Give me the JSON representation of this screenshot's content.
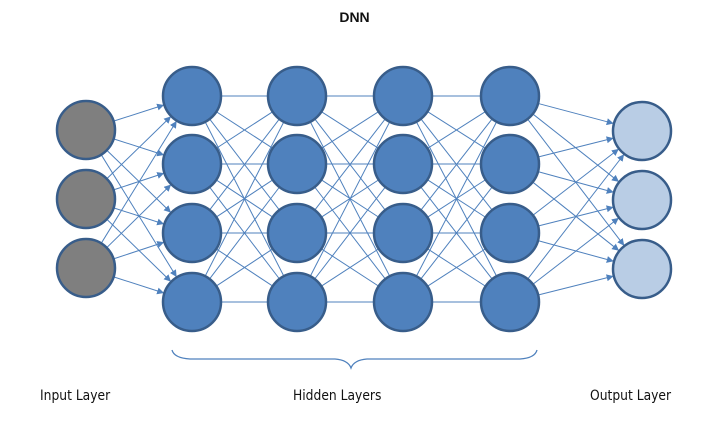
{
  "title": "DNN",
  "layers": {
    "input": {
      "label": "Input Layer",
      "nodes": 3,
      "fill": "#7f7f7f"
    },
    "hidden": {
      "label": "Hidden Layers",
      "count": 4,
      "nodes_per_layer": 4,
      "fill": "#4f81bd"
    },
    "output": {
      "label": "Output Layer",
      "nodes": 3,
      "fill": "#b9cde5"
    }
  },
  "colors": {
    "node_stroke": "#385d8a",
    "edge": "#4f81bd",
    "brace": "#4f81bd"
  },
  "connectivity": "fully-connected"
}
